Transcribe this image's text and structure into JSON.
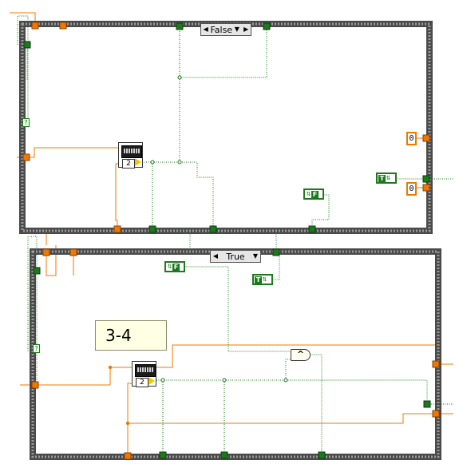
{
  "case_false": {
    "selector_label": "False"
  },
  "case_true": {
    "selector_label": "True"
  },
  "comment_label": "3-4",
  "and_gate_symbol": "^",
  "subvi": {
    "top_index": "2",
    "bottom_index": "2"
  },
  "numeric_constants": [
    "0",
    "0"
  ],
  "boolean_constants": [
    {
      "glyph": "F"
    },
    {
      "glyph": "T"
    },
    {
      "glyph": "F"
    },
    {
      "glyph": "T"
    }
  ],
  "colors": {
    "frame": "#4a4a4a",
    "numeric_wire": "#f07800",
    "boolean_wire": "#1b7a1b",
    "terminal_orange": "#f07800",
    "terminal_green": "#1b7a1b",
    "comment_bg": "#ffffe4"
  },
  "icons": {
    "selector_decrement": "◀",
    "selector_increment": "▶",
    "selector_dropdown": "▼",
    "unknown_tunnel": "?"
  }
}
